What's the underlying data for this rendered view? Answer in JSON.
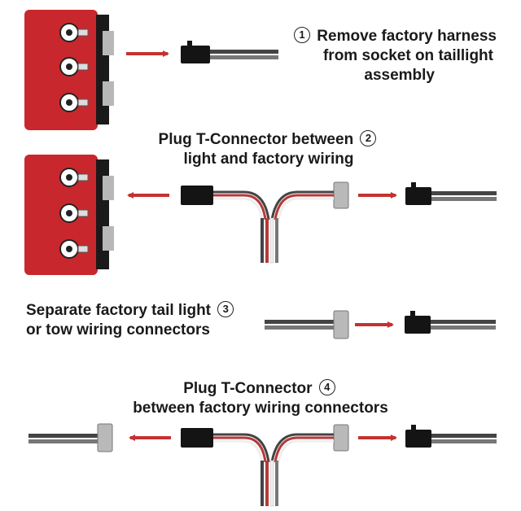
{
  "steps": [
    {
      "number": "1",
      "line1": "Remove factory harness",
      "line2": "from socket on taillight",
      "line3": "assembly"
    },
    {
      "number": "2",
      "line1": "Plug T-Connector between",
      "line2": "light and factory wiring"
    },
    {
      "number": "3",
      "line1": "Separate factory tail light",
      "line2": "or tow wiring connectors"
    },
    {
      "number": "4",
      "line1": "Plug T-Connector",
      "line2": "between factory wiring connectors"
    }
  ],
  "colors": {
    "taillight": "#c8282d",
    "arrow": "#c43232",
    "connector_black": "#141414",
    "connector_grey": "#b9b9b9",
    "wire_dark": "#444444",
    "wire_red": "#b43a3a",
    "wire_white": "#eeeeee"
  }
}
